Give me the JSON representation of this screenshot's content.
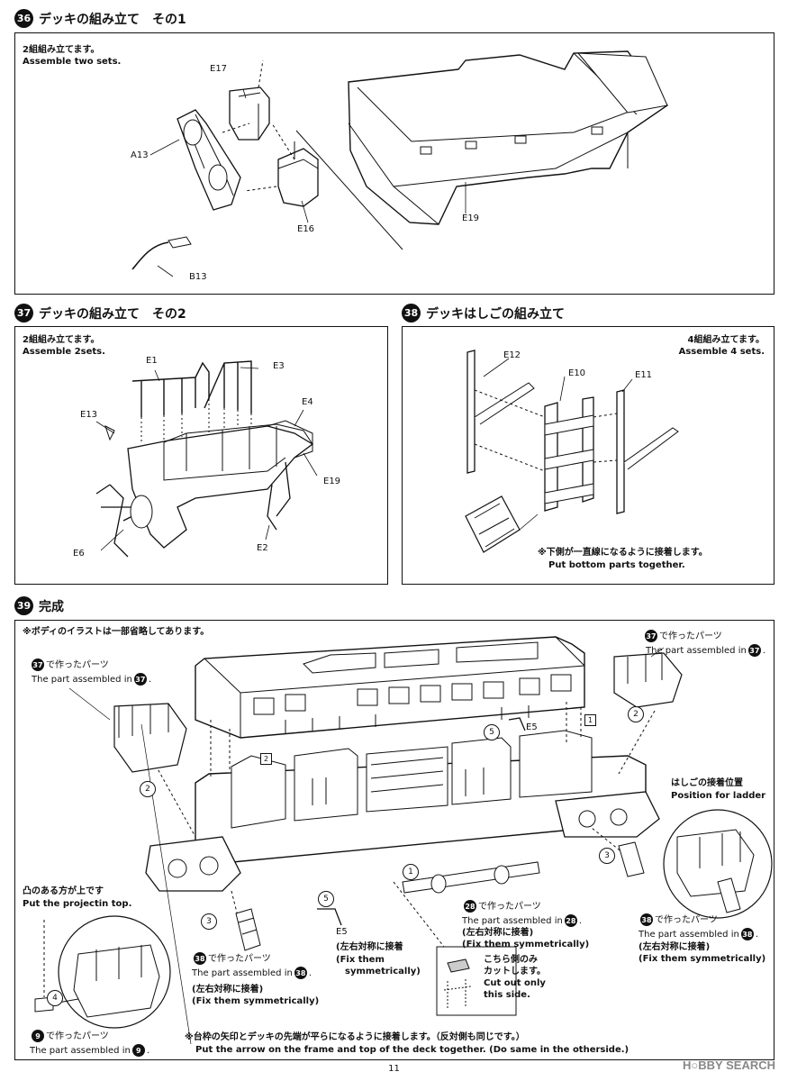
{
  "step36": {
    "num": "36",
    "title": "デッキの組み立て　その1",
    "note_jp": "2組組み立てます。",
    "note_en": "Assemble two sets.",
    "parts": {
      "e17": "E17",
      "a13": "A13",
      "e16": "E16",
      "b13": "B13",
      "e19": "E19"
    }
  },
  "step37": {
    "num": "37",
    "title": "デッキの組み立て　その2",
    "note_jp": "2組組み立てます。",
    "note_en": "Assemble 2sets.",
    "parts": {
      "e1": "E1",
      "e3": "E3",
      "e13": "E13",
      "e4": "E4",
      "e19": "E19",
      "e6": "E6",
      "e2": "E2"
    }
  },
  "step38": {
    "num": "38",
    "title": "デッキはしごの組み立て",
    "note_jp": "4組組み立てます。",
    "note_en": "Assemble 4 sets.",
    "parts": {
      "e12": "E12",
      "e10": "E10",
      "e11": "E11"
    },
    "caption_jp": "※下側が一直線になるように接着します。",
    "caption_en": "Put bottom parts together."
  },
  "step39": {
    "num": "39",
    "title": "完成",
    "body_note": "※ボディのイラストは一部省略してあります。",
    "made_in_jp": "で作ったパーツ",
    "made_in_en": "The part assembled in",
    "ref37": "37",
    "ref38": "38",
    "ref28": "28",
    "ref9": "9",
    "symm_jp": "(左右対称に接着)",
    "symm_en": "(Fix them symmetrically)",
    "ladder_jp": "はしごの接着位置",
    "ladder_en": "Position for ladder",
    "proj_jp": "凸のある方が上です",
    "proj_en": "Put the projectin top.",
    "e5": "E5",
    "e5_jp": "(左右対称に接着",
    "e5_en1": "(Fix them",
    "e5_en2": "symmetrically)",
    "cut_jp1": "こちら側のみ",
    "cut_jp2": "カットします。",
    "cut_en1": "Cut out only",
    "cut_en2": "this side.",
    "bottom_jp": "※台枠の矢印とデッキの先端が平らになるように接着します。（反対側も同じです。）",
    "bottom_en": "Put the arrow on the frame and top of the deck together.  (Do same in the otherside.)",
    "steps": {
      "s1": "1",
      "s2": "2",
      "s3": "3",
      "s4": "4",
      "s5": "5"
    },
    "box1": "1",
    "box2": "2"
  },
  "page_number": "11",
  "watermark": "H○BBY SEARCH"
}
